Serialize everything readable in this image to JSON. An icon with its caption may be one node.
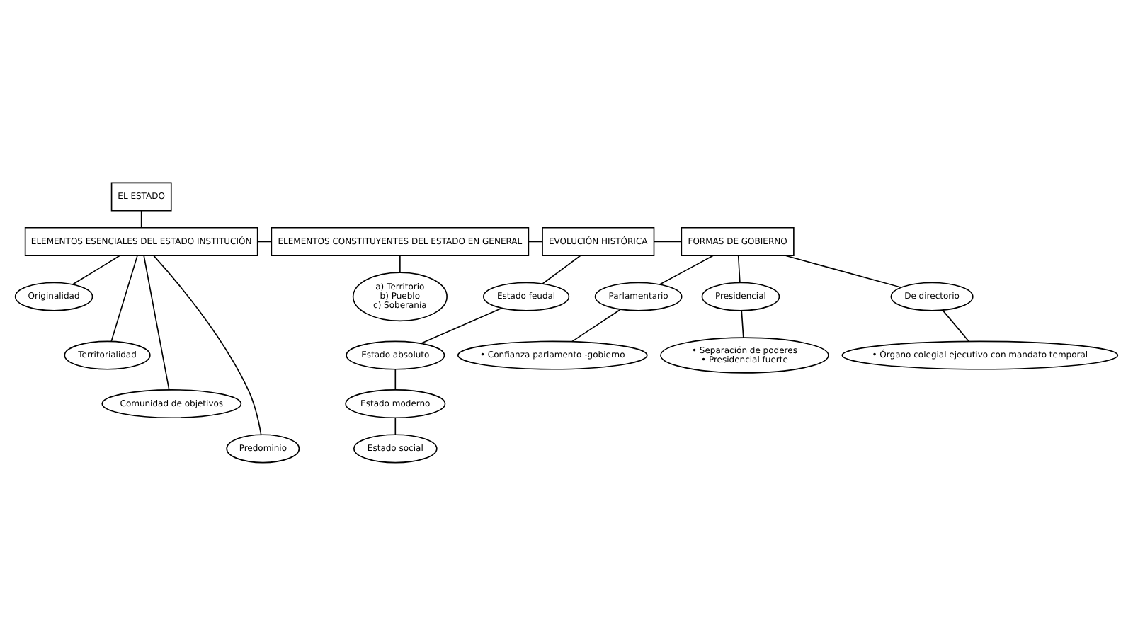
{
  "diagram": {
    "nodes": [
      {
        "text": [
          "EL ESTADO"
        ]
      },
      {
        "text": [
          "ELEMENTOS ESENCIALES DEL ESTADO INSTITUCIÓN"
        ]
      },
      {
        "text": [
          "ELEMENTOS CONSTITUYENTES DEL ESTADO EN GENERAL"
        ]
      },
      {
        "text": [
          "EVOLUCIÓN HISTÓRICA"
        ]
      },
      {
        "text": [
          "FORMAS DE GOBIERNO"
        ]
      },
      {
        "text": [
          "Originalidad"
        ]
      },
      {
        "text": [
          "Territorialidad"
        ]
      },
      {
        "text": [
          "Comunidad de objetivos"
        ]
      },
      {
        "text": [
          "Predominio"
        ]
      },
      {
        "text": [
          "a) Territorio",
          "b) Pueblo",
          "c) Soberanía"
        ]
      },
      {
        "text": [
          "Estado feudal"
        ]
      },
      {
        "text": [
          "Estado absoluto"
        ]
      },
      {
        "text": [
          "Estado moderno"
        ]
      },
      {
        "text": [
          "Estado social"
        ]
      },
      {
        "text": [
          "Parlamentario"
        ]
      },
      {
        "text": [
          "Presidencial"
        ]
      },
      {
        "text": [
          "De directorio"
        ]
      },
      {
        "text": [
          "• Confianza parlamento -gobierno"
        ]
      },
      {
        "text": [
          "• Separación de poderes",
          "• Presidencial fuerte"
        ]
      },
      {
        "text": [
          "• Órgano colegial ejecutivo con mandato temporal"
        ]
      }
    ],
    "edges": [
      {
        "from": 0,
        "to": 1,
        "arrow": "none"
      },
      {
        "from": 1,
        "to": 2,
        "arrow": "none"
      },
      {
        "from": 2,
        "to": 3,
        "arrow": "none"
      },
      {
        "from": 3,
        "to": 4,
        "arrow": "none"
      },
      {
        "from": 1,
        "to": 5,
        "arrow": "none"
      },
      {
        "from": 1,
        "to": 6,
        "arrow": "none"
      },
      {
        "from": 1,
        "to": 7,
        "arrow": "none"
      },
      {
        "from": 1,
        "to": 8,
        "arrow": "none"
      },
      {
        "from": 2,
        "to": 9,
        "arrow": "none"
      },
      {
        "from": 3,
        "to": 10,
        "arrow": "none"
      },
      {
        "from": 10,
        "to": 11,
        "arrow": "none"
      },
      {
        "from": 11,
        "to": 12,
        "arrow": "none"
      },
      {
        "from": 12,
        "to": 13,
        "arrow": "none"
      },
      {
        "from": 4,
        "to": 14,
        "arrow": "none"
      },
      {
        "from": 4,
        "to": 15,
        "arrow": "none"
      },
      {
        "from": 4,
        "to": 16,
        "arrow": "none"
      },
      {
        "from": 14,
        "to": 17,
        "arrow": "none"
      },
      {
        "from": 15,
        "to": 18,
        "arrow": "none"
      },
      {
        "from": 16,
        "to": 19,
        "arrow": "none"
      }
    ]
  }
}
